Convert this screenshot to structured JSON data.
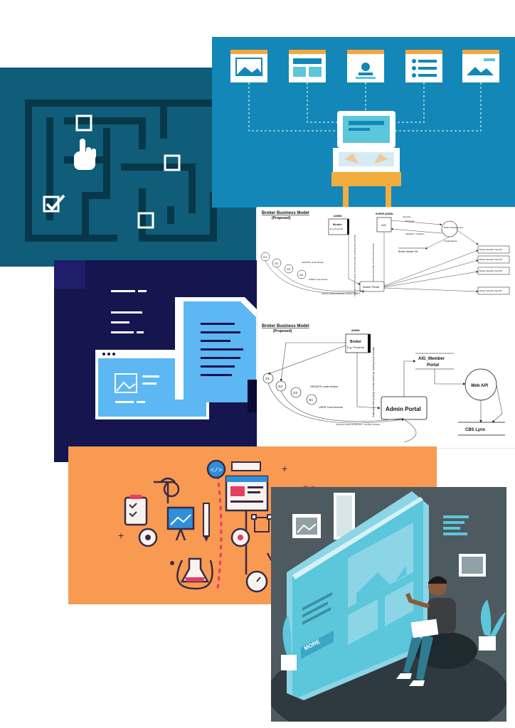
{
  "diagram_top": {
    "title": "Broker Business Model",
    "subtitle": "(Proposed)",
    "admin_label": "ADMIN",
    "broker_label": "Broker",
    "broker_sub": "E.g. Proximal",
    "super_admin_label": "SUPER ADMIN",
    "aig_label": "AIG",
    "interacts": "Interacts",
    "retrieval": "Retrieval",
    "validation": "Validation / Deletion",
    "broker_mgmt": "Broker Management",
    "broker_master": "Broker Master Db",
    "create_delete": "Create/Delete",
    "g1": "G1",
    "g2": "G2",
    "g3": "G3",
    "gn": "Gn",
    "groups_under_broker": "GROUPS under Broker",
    "user_level_access": "USER Level Access",
    "interacts_check": "Interacts (check enrollments, monthly invoices)",
    "interacts_view": "Interacts (View Reports, Reconcile Invoices)",
    "interacts_view_email": "Interacts (View Reports, Reconcile Invoices, Email Groups & Member)",
    "admin_portal": "Admin Portal",
    "views": [
      "Broker Specific View B1",
      "Broker Specific View B2",
      "Broker Specific View B3",
      "Broker Specific View Bn"
    ]
  },
  "diagram_bottom": {
    "title": "Broker Business Model",
    "subtitle": "(Proposed)",
    "admin_label": "ADMIN",
    "broker_label": "Broker",
    "broker_sub": "E.g. Proximal",
    "g1": "G1",
    "g2": "G2",
    "g3": "G3",
    "gn": "Gn",
    "groups_under_broker": "GROUPS under Broker",
    "user_level_access": "USER Level Access",
    "interacts_check": "Interacts (check enrollments, monthly invoices)",
    "interacts_view": "Interacts (View Reports, Reconcile Invoices, Email Groups & Member)",
    "admin_portal": "Admin Portal",
    "member_portal_line1": "AIG_Member",
    "member_portal_line2": "Portal",
    "web_api": "Web API",
    "cbs_lynx": "CBS Lynx"
  },
  "person_card": {
    "more_button": "MORE"
  },
  "colors": {
    "maze_bg": "#0f5d78",
    "blue_bg": "#1387b8",
    "doc_bg": "#15154f",
    "orange_bg": "#f89a52",
    "person_bg": "#1f2529",
    "accent_teal": "#5cc6db"
  }
}
